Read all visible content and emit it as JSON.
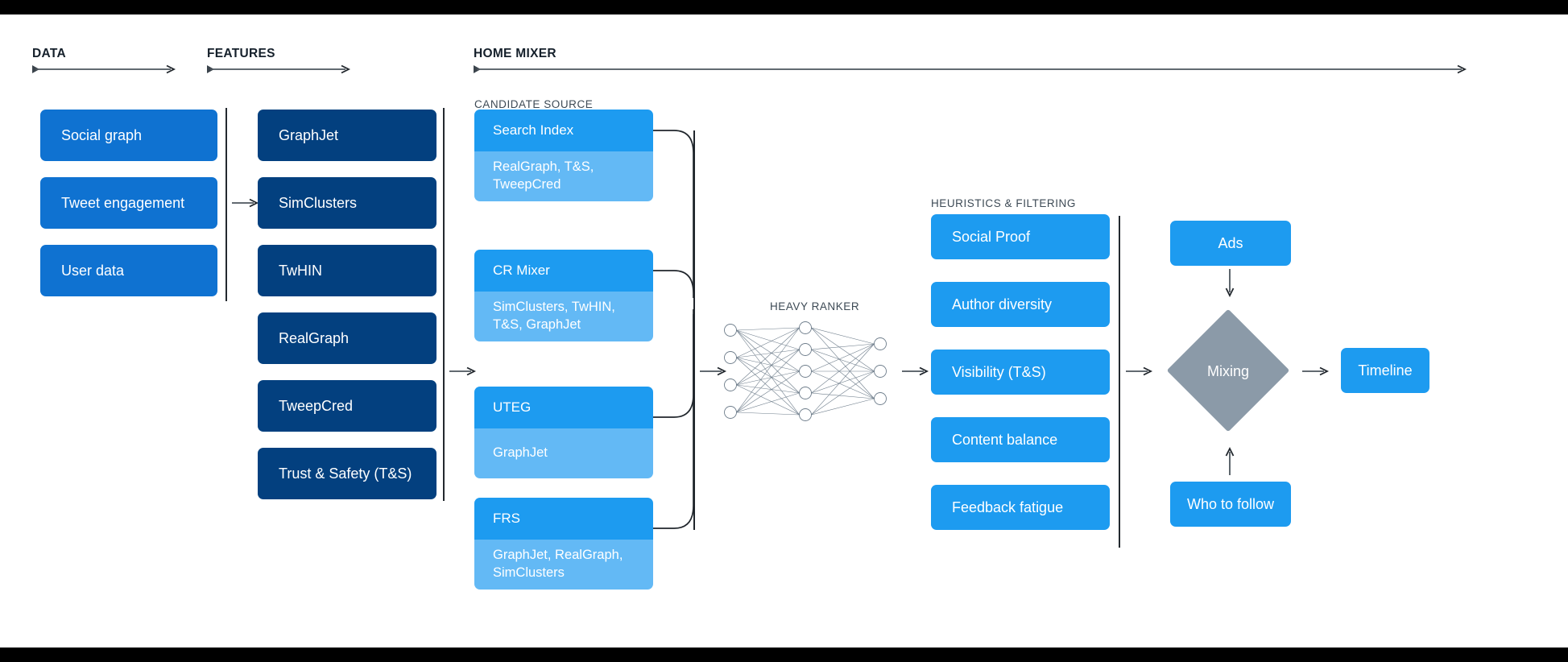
{
  "sections": {
    "data": {
      "title": "DATA"
    },
    "features": {
      "title": "FEATURES"
    },
    "home_mixer": {
      "title": "HOME MIXER"
    }
  },
  "sub_labels": {
    "candidate_source": "CANDIDATE SOURCE",
    "heavy_ranker": "HEAVY RANKER",
    "heuristics": "HEURISTICS & FILTERING"
  },
  "data_boxes": [
    {
      "label": "Social graph"
    },
    {
      "label": "Tweet engagement"
    },
    {
      "label": "User data"
    }
  ],
  "feature_boxes": [
    {
      "label": "GraphJet"
    },
    {
      "label": "SimClusters"
    },
    {
      "label": "TwHIN"
    },
    {
      "label": "RealGraph"
    },
    {
      "label": "TweepCred"
    },
    {
      "label": "Trust & Safety (T&S)"
    }
  ],
  "candidate_sources": [
    {
      "name": "Search Index",
      "features": "RealGraph, T&S,\nTweepCred"
    },
    {
      "name": "CR Mixer",
      "features": "SimClusters, TwHIN,\nT&S, GraphJet"
    },
    {
      "name": "UTEG",
      "features": "GraphJet"
    },
    {
      "name": "FRS",
      "features": "GraphJet, RealGraph,\nSimClusters"
    }
  ],
  "heuristics_boxes": [
    {
      "label": "Social Proof"
    },
    {
      "label": "Author diversity"
    },
    {
      "label": "Visibility (T&S)"
    },
    {
      "label": "Content balance"
    },
    {
      "label": "Feedback fatigue"
    }
  ],
  "output_stage": {
    "ads": "Ads",
    "mixing": "Mixing",
    "who_to_follow": "Who to follow",
    "timeline": "Timeline"
  },
  "neural_net": {
    "input_nodes": 4,
    "hidden_nodes": 5,
    "output_nodes": 3
  },
  "colors": {
    "data_blue": "#0f72d1",
    "feature_navy": "#03407f",
    "candidate_header": "#1d9bf0",
    "candidate_body": "#63b9f5",
    "heuristic_blue": "#1d9bf0",
    "mixing_gray": "#8b9aa8",
    "rule": "#23292f",
    "background": "#ffffff"
  }
}
